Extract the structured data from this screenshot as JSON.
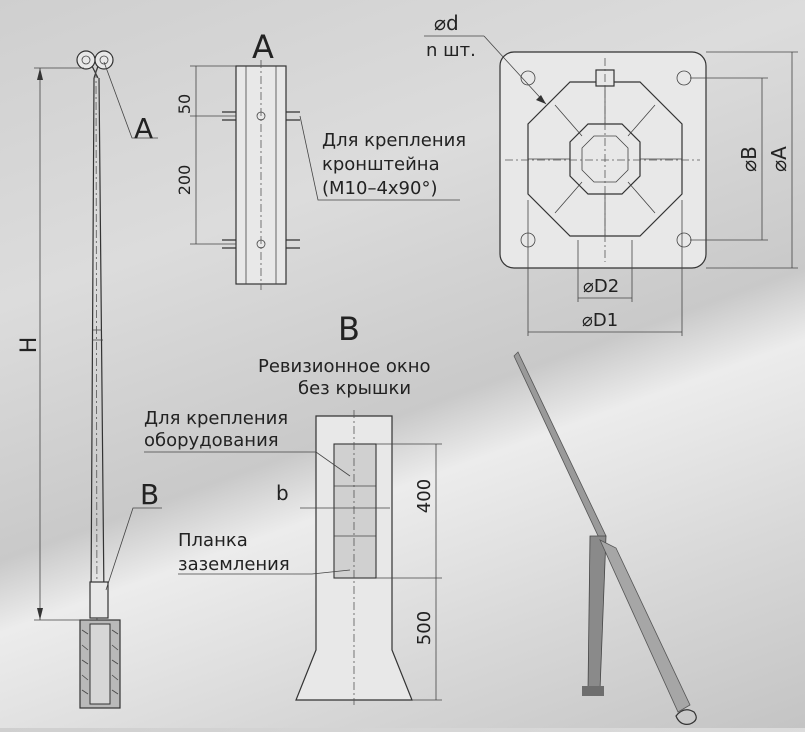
{
  "views": {
    "view_a_letter": "A",
    "view_b_letter": "B",
    "pole_callout_a": "A",
    "pole_callout_b": "B"
  },
  "dimensions": {
    "dim_50": "50",
    "dim_200": "200",
    "dim_400": "400",
    "dim_500": "500",
    "dim_h": "H",
    "dim_b": "b",
    "dim_d_top": "⌀d",
    "dim_n": "n шт.",
    "dim_phi_b": "⌀B",
    "dim_phi_a": "⌀A",
    "dim_phi_d2": "⌀D2",
    "dim_phi_d1": "⌀D1"
  },
  "labels": {
    "bracket_line1": "Для крепления",
    "bracket_line2": "кронштейна",
    "bracket_line3": "(М10–4х90°)",
    "hatch_line1": "Ревизионное окно",
    "hatch_line2": "без крышки",
    "equip_line1": "Для крепления",
    "equip_line2": "оборудования",
    "ground_line1": "Планка",
    "ground_line2": "заземления"
  }
}
